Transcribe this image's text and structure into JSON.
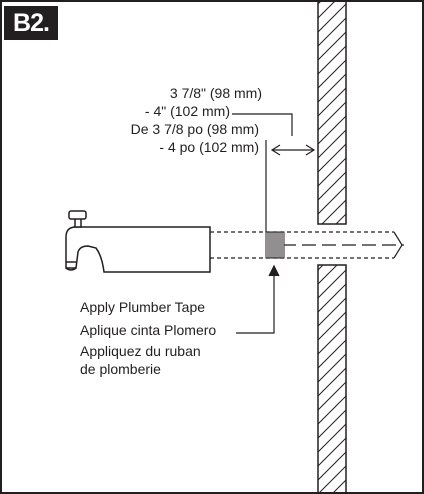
{
  "step": {
    "label": "B2."
  },
  "dimension": {
    "lines": [
      "3 7/8\" (98 mm)",
      "- 4\" (102 mm)",
      "De 3 7/8 po (98 mm)",
      "- 4 po (102 mm)"
    ]
  },
  "callout": {
    "lines": [
      "Apply Plumber Tape",
      "Aplique cinta Plomero",
      "Appliquez du ruban",
      "de plomberie"
    ]
  },
  "colors": {
    "ink": "#231f20",
    "background": "#ffffff"
  }
}
